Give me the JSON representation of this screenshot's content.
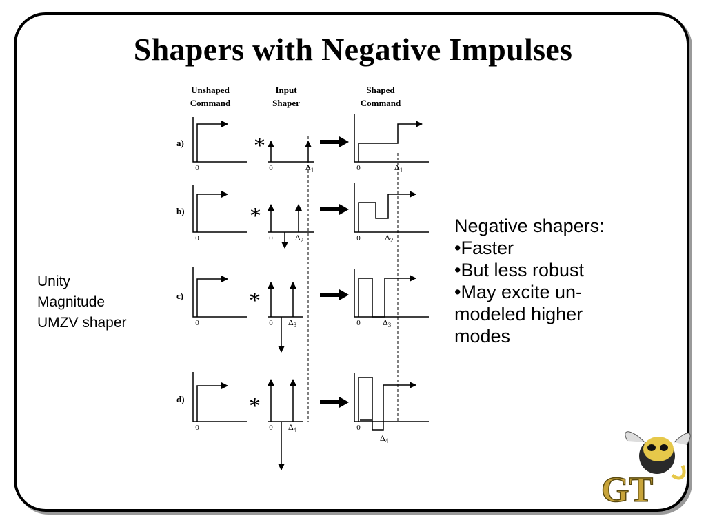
{
  "title": "Shapers with Negative Impulses",
  "column_headers": {
    "unshaped": [
      "Unshaped",
      "Command"
    ],
    "shaper": [
      "Input",
      "Shaper"
    ],
    "shaped": [
      "Shaped",
      "Command"
    ]
  },
  "rows": [
    {
      "label": "a)",
      "delta_sub": "1"
    },
    {
      "label": "b)",
      "delta_sub": "2"
    },
    {
      "label": "c)",
      "delta_sub": "3"
    },
    {
      "label": "d)",
      "delta_sub": "4"
    }
  ],
  "zero_label": "0",
  "delta_symbol": "Δ",
  "convolution_symbol": "*",
  "left_label": [
    "Unity",
    "Magnitude",
    "UMZV shaper"
  ],
  "notes": {
    "heading": "Negative shapers:",
    "bullets": [
      "•Faster",
      "•But less robust",
      "•May excite un-",
      "modeled higher",
      "modes"
    ]
  },
  "logo": {
    "text": "GT"
  }
}
